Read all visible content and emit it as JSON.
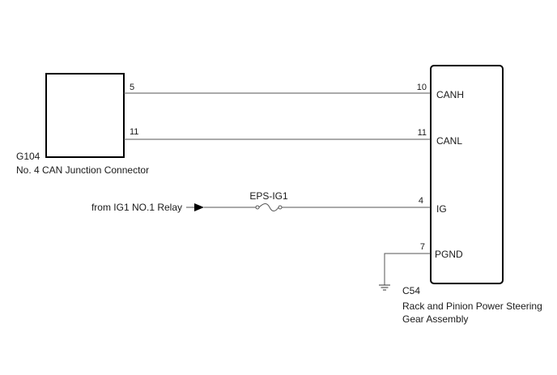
{
  "g104": {
    "id": "G104",
    "name": "No. 4 CAN Junction Connector",
    "pins": {
      "canh": "5",
      "canl": "11"
    }
  },
  "c54": {
    "id": "C54",
    "name_line1": "Rack and Pinion Power Steering",
    "name_line2": "Gear Assembly",
    "pins": {
      "canh": {
        "number": "10",
        "label": "CANH"
      },
      "canl": {
        "number": "11",
        "label": "CANL"
      },
      "ig": {
        "number": "4",
        "label": "IG"
      },
      "pgnd": {
        "number": "7",
        "label": "PGND"
      }
    }
  },
  "power": {
    "source": "from IG1 NO.1 Relay",
    "fuse": "EPS-IG1"
  },
  "colors": {
    "wire": "#555555",
    "component": "#000000",
    "text": "#1a1a1a"
  },
  "icons": {
    "fuse": "fuse-icon",
    "ground": "ground-icon",
    "arrow": "arrow-right-icon"
  }
}
